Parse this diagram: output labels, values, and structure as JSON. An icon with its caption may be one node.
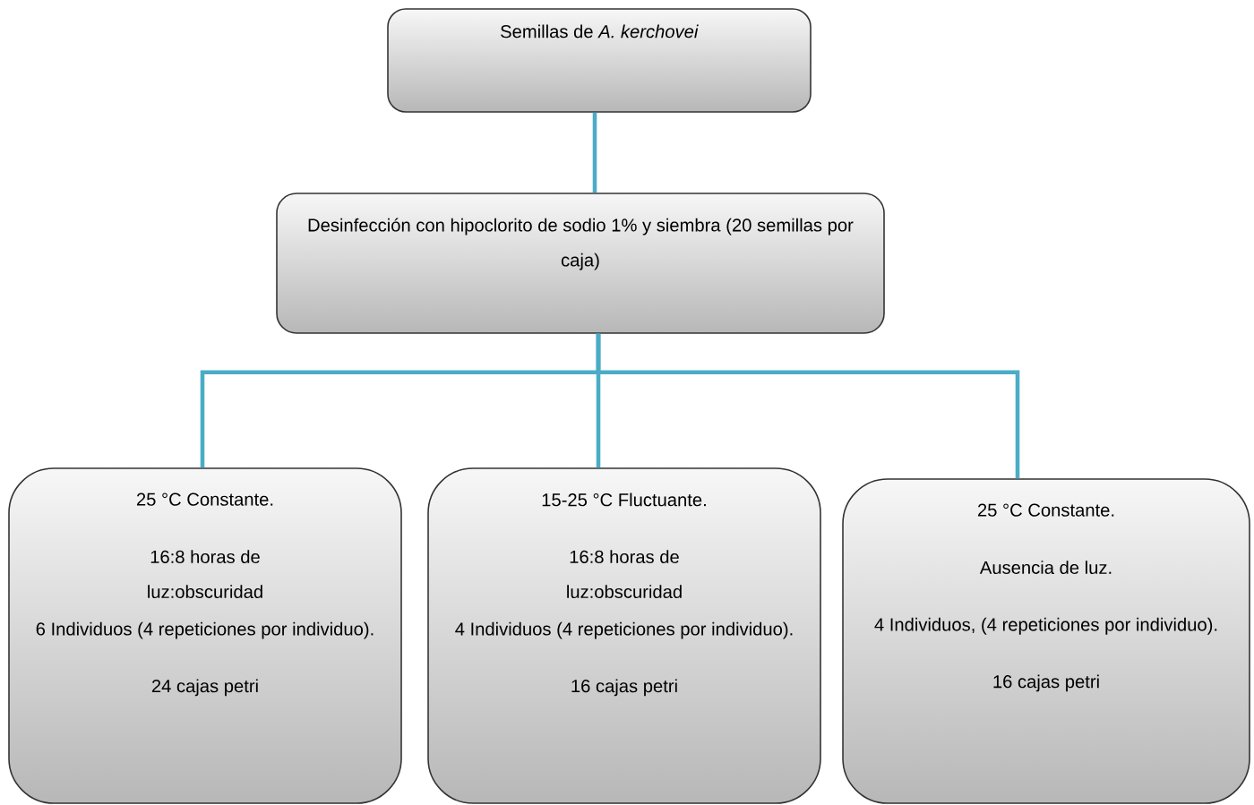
{
  "diagram": {
    "nodes": [
      {
        "text": [
          "Semillas de *A. kerchovei*"
        ]
      },
      {
        "text": [
          "Desinfección con hipoclorito de sodio 1% y siembra (20 semillas por caja)"
        ]
      },
      {
        "text": [
          "25 °C Constante.",
          "16:8 horas de luz:obscuridad",
          "6 Individuos (4 repeticiones por individuo).",
          "24 cajas petri"
        ]
      },
      {
        "text": [
          "15-25 °C Fluctuante.",
          "16:8 horas de luz:obscuridad",
          "4 Individuos (4 repeticiones por individuo).",
          "16 cajas petri"
        ]
      },
      {
        "text": [
          "25 °C Constante.",
          "Ausencia de luz.",
          "4 Individuos, (4 repeticiones por individuo).",
          "16 cajas petri"
        ]
      }
    ],
    "edges": [
      {
        "from": 0,
        "to": 1,
        "arrow": "none"
      },
      {
        "from": 1,
        "to": 2,
        "arrow": "none"
      },
      {
        "from": 1,
        "to": 3,
        "arrow": "none"
      },
      {
        "from": 1,
        "to": 4,
        "arrow": "none"
      }
    ]
  }
}
